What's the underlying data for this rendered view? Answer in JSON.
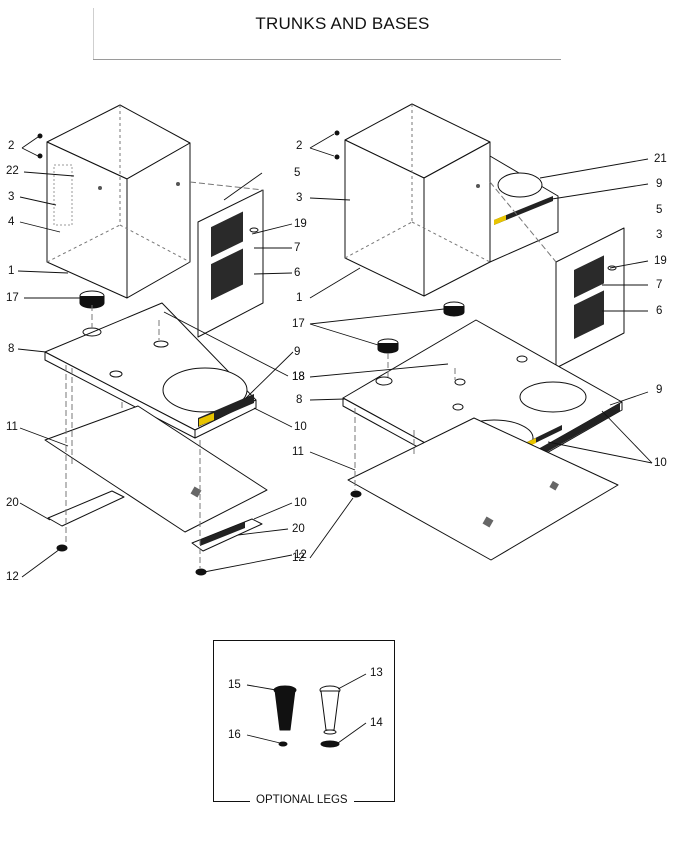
{
  "title": "TRUNKS AND BASES",
  "optional_legs_caption": "OPTIONAL LEGS",
  "callouts": {
    "left": {
      "n2": "2",
      "n22": "22",
      "n3": "3",
      "n4": "4",
      "n1": "1",
      "n17": "17",
      "n8": "8",
      "n11": "11",
      "n20a": "20",
      "n12a": "12",
      "n5": "5",
      "n19": "19",
      "n7": "7",
      "n6": "6",
      "n9": "9",
      "n18": "18",
      "n10a": "10",
      "n10b": "10",
      "n20b": "20",
      "n12b": "12"
    },
    "right": {
      "n2": "2",
      "n3": "3",
      "n1": "1",
      "n17": "17",
      "n18": "18",
      "n8": "8",
      "n11": "11",
      "n12": "12",
      "n21": "21",
      "n9a": "9",
      "n5": "5",
      "n3b": "3",
      "n19": "19",
      "n7": "7",
      "n6": "6",
      "n9b": "9",
      "n10": "10"
    },
    "legs": {
      "n15": "15",
      "n13": "13",
      "n16": "16",
      "n14": "14"
    }
  },
  "colors": {
    "line": "#111111",
    "accent_strip": "#e8c400",
    "warning_label": "#1a1a1a"
  }
}
